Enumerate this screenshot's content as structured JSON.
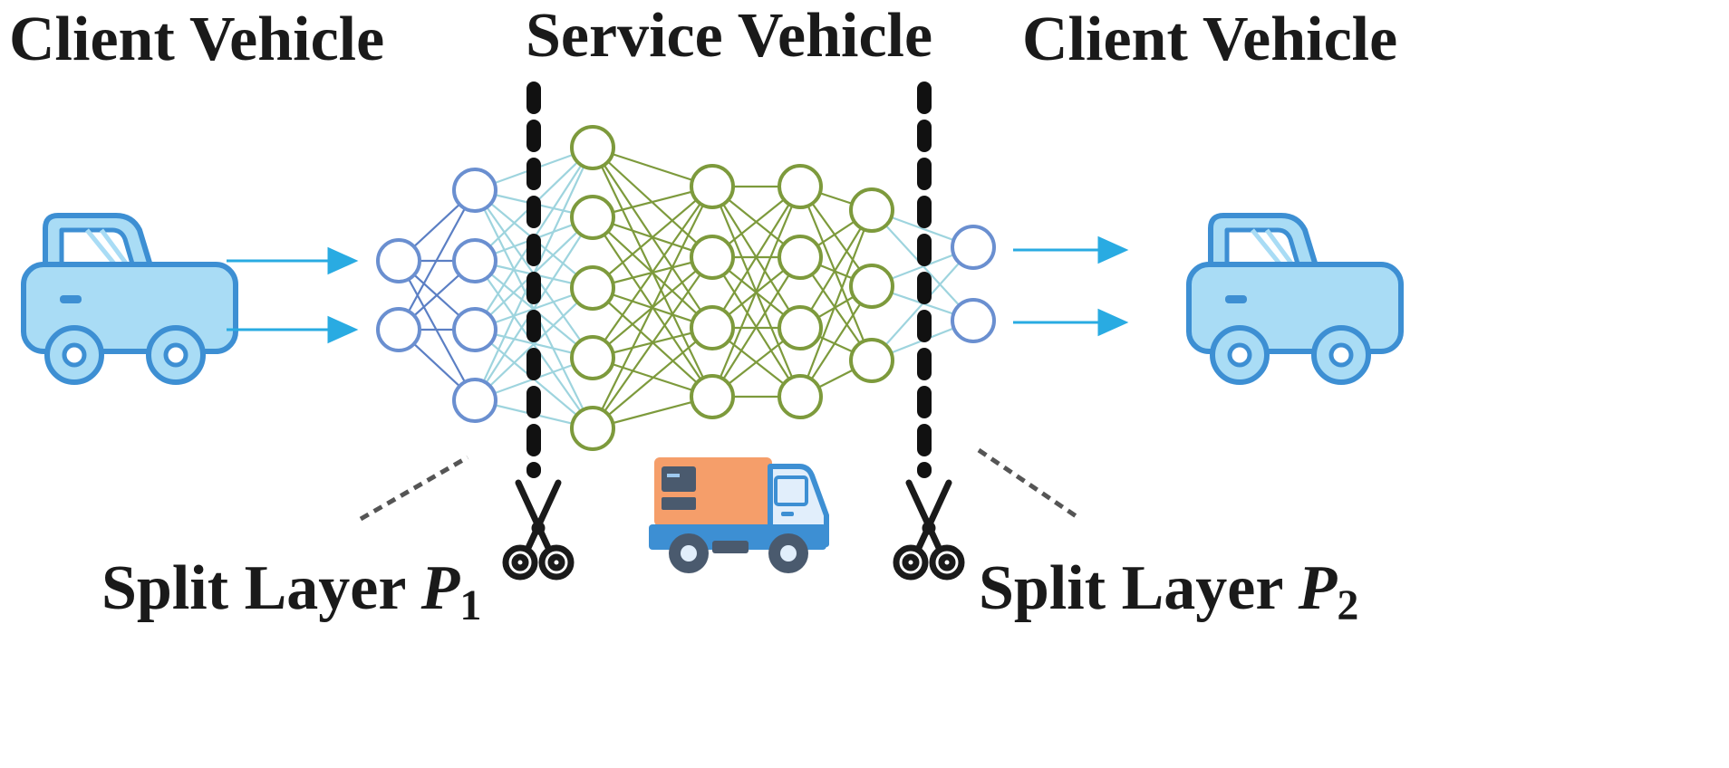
{
  "headings": {
    "left": "Client Vehicle",
    "center": "Service Vehicle",
    "right": "Client Vehicle"
  },
  "split_labels": {
    "p1": {
      "text": "Split Layer ",
      "var": "P",
      "sub": "1"
    },
    "p2": {
      "text": "Split Layer ",
      "var": "P",
      "sub": "2"
    }
  },
  "colors": {
    "client_nodes": "#6a8fd0",
    "client_edges": "#5b7fc4",
    "boundary_edges": "#9ed4de",
    "service_nodes": "#7d9a3c",
    "service_edges": "#7d9a3c",
    "arrows": "#29abe2",
    "car_body": "#a9dcf5",
    "car_outline": "#3d8fd3",
    "split_line": "#111111",
    "truck_cargo": "#f59e6a",
    "truck_cab": "#e1eefb",
    "truck_trim": "#3d8fd3",
    "truck_dark": "#4a5a6e"
  },
  "icons": [
    "car-icon",
    "car-icon",
    "truck-icon",
    "scissors-icon",
    "scissors-icon"
  ],
  "network": {
    "layer_sizes": [
      2,
      4,
      5,
      4,
      4,
      3,
      2
    ]
  }
}
